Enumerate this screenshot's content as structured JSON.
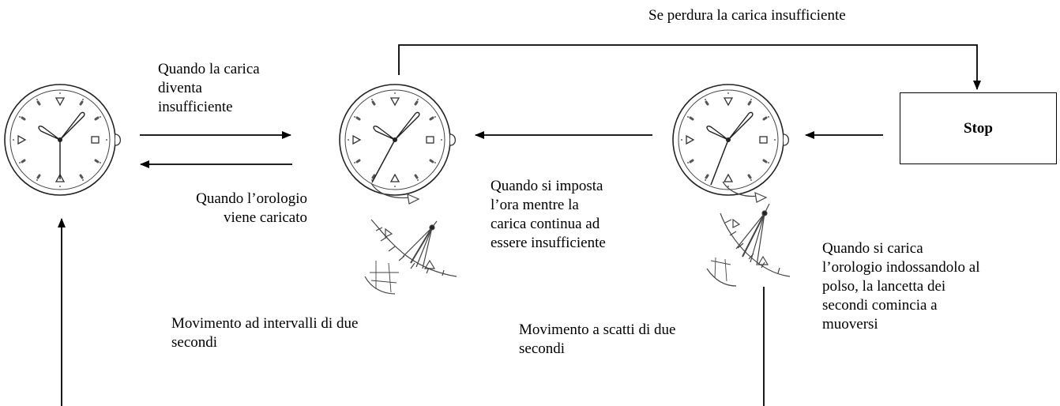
{
  "labels": {
    "top_loop": "Se perdura la carica insufficiente",
    "charge_low": "Quando la carica\ndiventa\ninsufficiente",
    "charged": "Quando l’orologio\nviene caricato",
    "set_time": "Quando si imposta\nl’ora mentre la\ncarica continua ad\nessere insufficiente",
    "wear_charge": "Quando si carica\nl’orologio indossandolo al\npolso, la lancetta dei\nsecondi comincia a\nmuoversi",
    "two_sec_interval": "Movimento ad intervalli di due\nsecondi",
    "two_sec_jump": "Movimento a scatti di due\nsecondi",
    "stop": "Stop"
  }
}
